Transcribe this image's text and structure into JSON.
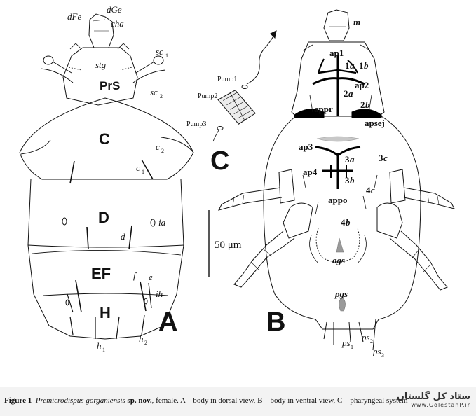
{
  "panels": {
    "A": {
      "letter": "A",
      "regions": {
        "prs": "PrS",
        "c": "C",
        "d": "D",
        "ef": "EF",
        "h": "H"
      },
      "labels": {
        "dfe": "dFe",
        "dge": "dGe",
        "cha": "cha",
        "stg": "stg",
        "sc1": "sc",
        "sc1_sub": "1",
        "sc2": "sc",
        "sc2_sub": "2",
        "c1": "c",
        "c1_sub": "1",
        "c2": "c",
        "c2_sub": "2",
        "d": "d",
        "ia": "ia",
        "e": "e",
        "f": "f",
        "ih": "ih",
        "h1": "h",
        "h1_sub": "1",
        "h2": "h",
        "h2_sub": "2"
      }
    },
    "B": {
      "letter": "B",
      "labels": {
        "m": "m",
        "ap1": "ap1",
        "l1a": "1",
        "l1a_it": "a",
        "l1b": "1",
        "l1b_it": "b",
        "ap2": "ap2",
        "l2a": "2",
        "l2a_it": "a",
        "l2b": "2",
        "l2b_it": "b",
        "appr": "appr",
        "apsej": "apsej",
        "ap3": "ap3",
        "l3a": "3",
        "l3a_it": "a",
        "l3c": "3",
        "l3c_it": "c",
        "ap4": "ap4",
        "l3b": "3",
        "l3b_it": "b",
        "l4c": "4",
        "l4c_it": "c",
        "appo": "appo",
        "l4b": "4",
        "l4b_it": "b",
        "ags": "ags",
        "pgs": "pgs",
        "ps1": "ps",
        "ps1_sub": "1",
        "ps2": "ps",
        "ps2_sub": "2",
        "ps3": "ps",
        "ps3_sub": "3"
      }
    },
    "C": {
      "letter": "C",
      "labels": {
        "pump1": "Pump1",
        "pump2": "Pump2",
        "pump3": "Pump3"
      }
    }
  },
  "scale_bar": {
    "label": "50 μm"
  },
  "caption": {
    "prefix": "Figure 1",
    "species": "Premicrodispus gorganiensis",
    "status": "sp. nov.",
    "rest": ", female. A – body in dorsal view, B – body in ventral view, C – pharyngeal system"
  },
  "watermark": {
    "text_fa": "ستاد کل گلستان",
    "url": "www.GolestanP.ir"
  },
  "colors": {
    "ink": "#111111",
    "caption_bg": "#f3f3f3",
    "apodeme": "#000000",
    "stipple": "#9a9a9a"
  }
}
